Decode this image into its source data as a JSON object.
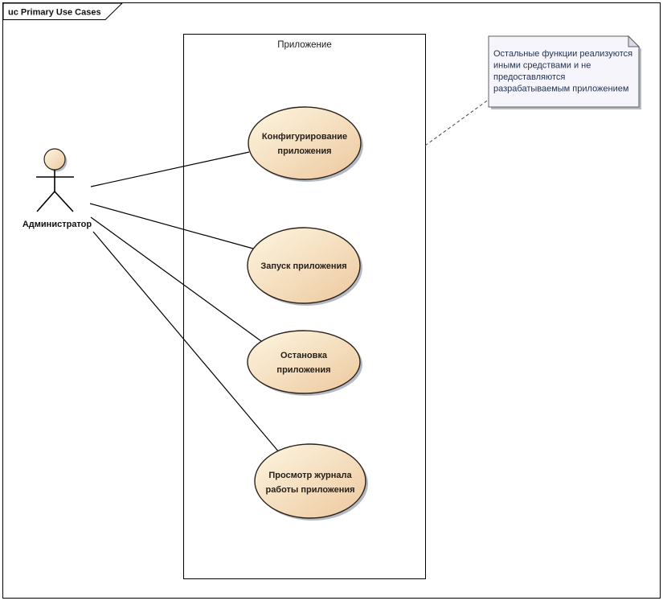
{
  "diagram": {
    "type": "uml-use-case",
    "frame_label": "uc Primary Use Cases",
    "boundary_title": "Приложение"
  },
  "actor": {
    "label": "Администратор"
  },
  "use_cases": [
    {
      "id": "configure-app",
      "lines": [
        "Конфигурирование",
        "приложения"
      ]
    },
    {
      "id": "start-app",
      "lines": [
        "Запуск приложения"
      ]
    },
    {
      "id": "stop-app",
      "lines": [
        "Остановка",
        "приложения"
      ]
    },
    {
      "id": "view-log",
      "lines": [
        "Просмотр журнала",
        "работы приложения"
      ]
    }
  ],
  "note": {
    "lines": [
      "Остальные функции реализуются",
      "иными средствами и не",
      "предоставляются",
      "разрабатываемым приложением"
    ]
  },
  "colors": {
    "usecase_fill_top": "#fdf6e1",
    "usecase_fill_bottom": "#edc89e",
    "usecase_border": "#2a2118",
    "usecase_text": "#26201a",
    "shadow": "#b3bac6",
    "note_fill": "#f7f5fc",
    "note_fold": "#dcd8e8",
    "note_border": "#5f5f5f",
    "note_text": "#1e3150",
    "line": "#000000",
    "frame_border": "#000000"
  }
}
